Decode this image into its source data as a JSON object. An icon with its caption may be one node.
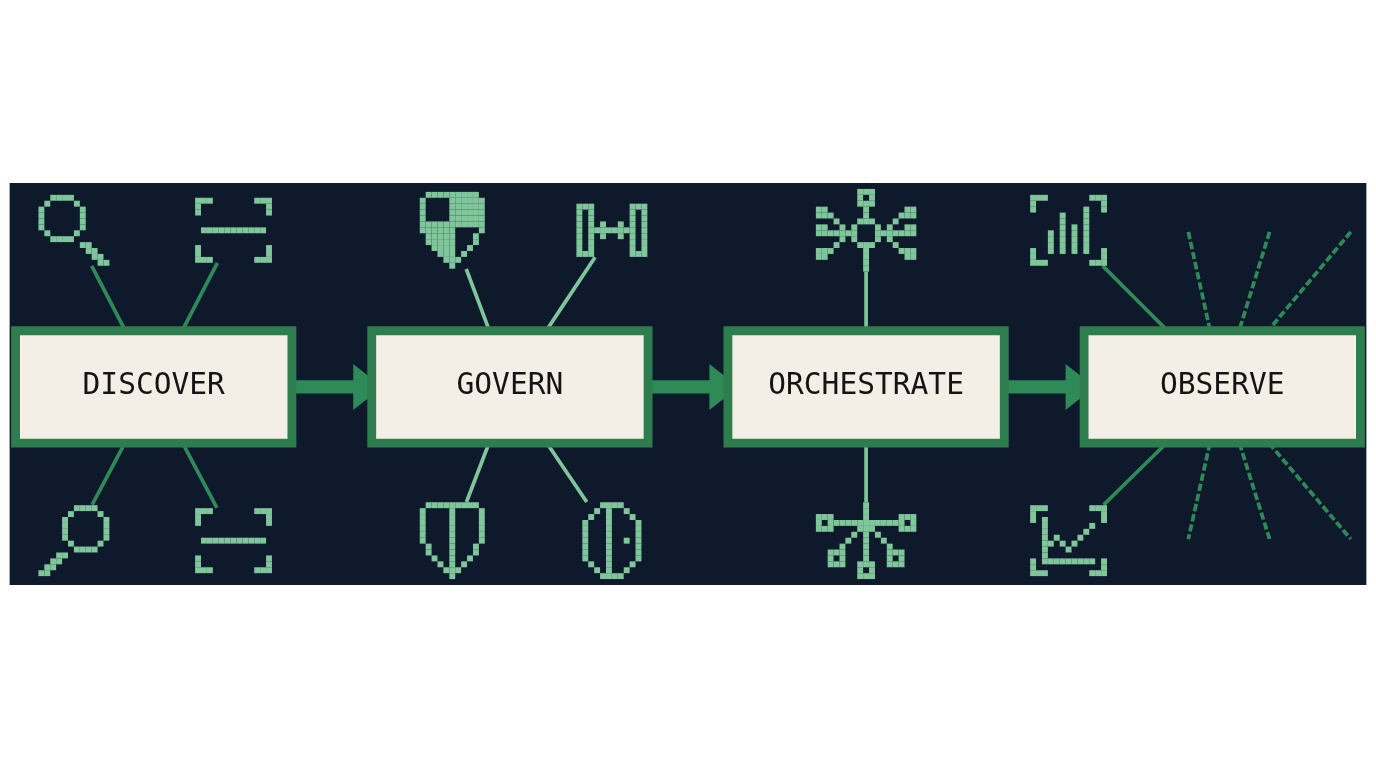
{
  "diagram": {
    "nodes": [
      {
        "text": [],
        "shape": "picture"
      },
      {
        "text": [],
        "shape": "picture"
      },
      {
        "text": [],
        "shape": "picture"
      },
      {
        "text": [],
        "shape": "picture"
      },
      {
        "text": [],
        "shape": "picture"
      },
      {
        "text": [],
        "shape": "picture"
      },
      {
        "text": [
          "DISCOVER"
        ]
      },
      {
        "text": [
          "GOVERN"
        ]
      },
      {
        "text": [
          "ORCHESTRATE"
        ]
      },
      {
        "text": [
          "OBSERVE"
        ]
      },
      {
        "text": [],
        "shape": "picture"
      },
      {
        "text": [],
        "shape": "picture"
      },
      {
        "text": [],
        "shape": "picture"
      },
      {
        "text": [],
        "shape": "picture"
      },
      {
        "text": [],
        "shape": "picture"
      },
      {
        "text": [],
        "shape": "picture"
      }
    ],
    "edges": [
      {
        "from": 6,
        "to": 7,
        "arrow": "to",
        "style": "thick"
      },
      {
        "from": 7,
        "to": 8,
        "arrow": "to",
        "style": "thick"
      },
      {
        "from": 8,
        "to": 9,
        "arrow": "to",
        "style": "thick"
      },
      {
        "from": 0,
        "to": 6,
        "arrow": "none"
      },
      {
        "from": 1,
        "to": 6,
        "arrow": "none"
      },
      {
        "from": 2,
        "to": 7,
        "arrow": "none",
        "color": "#7fc79a"
      },
      {
        "from": 3,
        "to": 7,
        "arrow": "none",
        "color": "#7fc79a"
      },
      {
        "from": 4,
        "to": 8,
        "arrow": "none",
        "color": "#7fc79a"
      },
      {
        "from": null,
        "to": 9,
        "arrow": "none",
        "style": "dashed"
      },
      {
        "from": null,
        "to": 9,
        "arrow": "none",
        "style": "dashed"
      },
      {
        "from": null,
        "to": 9,
        "arrow": "none",
        "style": "dashed"
      },
      {
        "from": 5,
        "to": 9,
        "arrow": "none"
      },
      {
        "from": 6,
        "to": 10,
        "arrow": "none"
      },
      {
        "from": 6,
        "to": 11,
        "arrow": "none"
      },
      {
        "from": 7,
        "to": 12,
        "arrow": "none",
        "color": "#7fc79a"
      },
      {
        "from": 7,
        "to": 13,
        "arrow": "none",
        "color": "#7fc79a"
      },
      {
        "from": 8,
        "to": 14,
        "arrow": "none",
        "color": "#7fc79a"
      },
      {
        "from": 9,
        "to": null,
        "arrow": "none",
        "style": "dashed"
      },
      {
        "from": 9,
        "to": null,
        "arrow": "none",
        "style": "dashed"
      },
      {
        "from": 9,
        "to": null,
        "arrow": "none",
        "style": "dashed"
      },
      {
        "from": 9,
        "to": 15,
        "arrow": "none"
      }
    ]
  }
}
